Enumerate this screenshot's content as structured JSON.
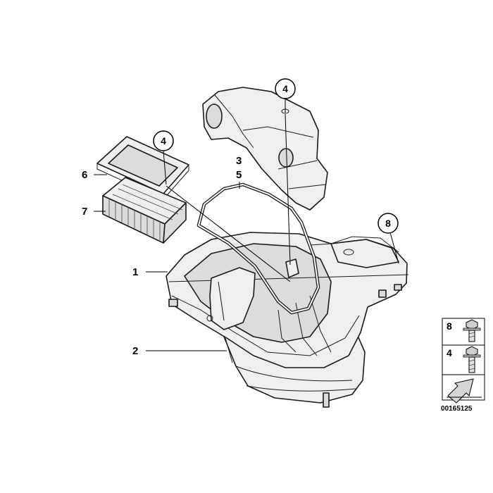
{
  "diagram": {
    "callouts": {
      "c1": "1",
      "c2": "2",
      "c35_a": "3",
      "c35_b": "5",
      "c6": "6",
      "c7": "7",
      "circ_top": "4",
      "circ_filter": "4",
      "circ_right": "8"
    },
    "legend": {
      "item_a": "8",
      "item_b": "4"
    },
    "reference_number": "00165125"
  }
}
